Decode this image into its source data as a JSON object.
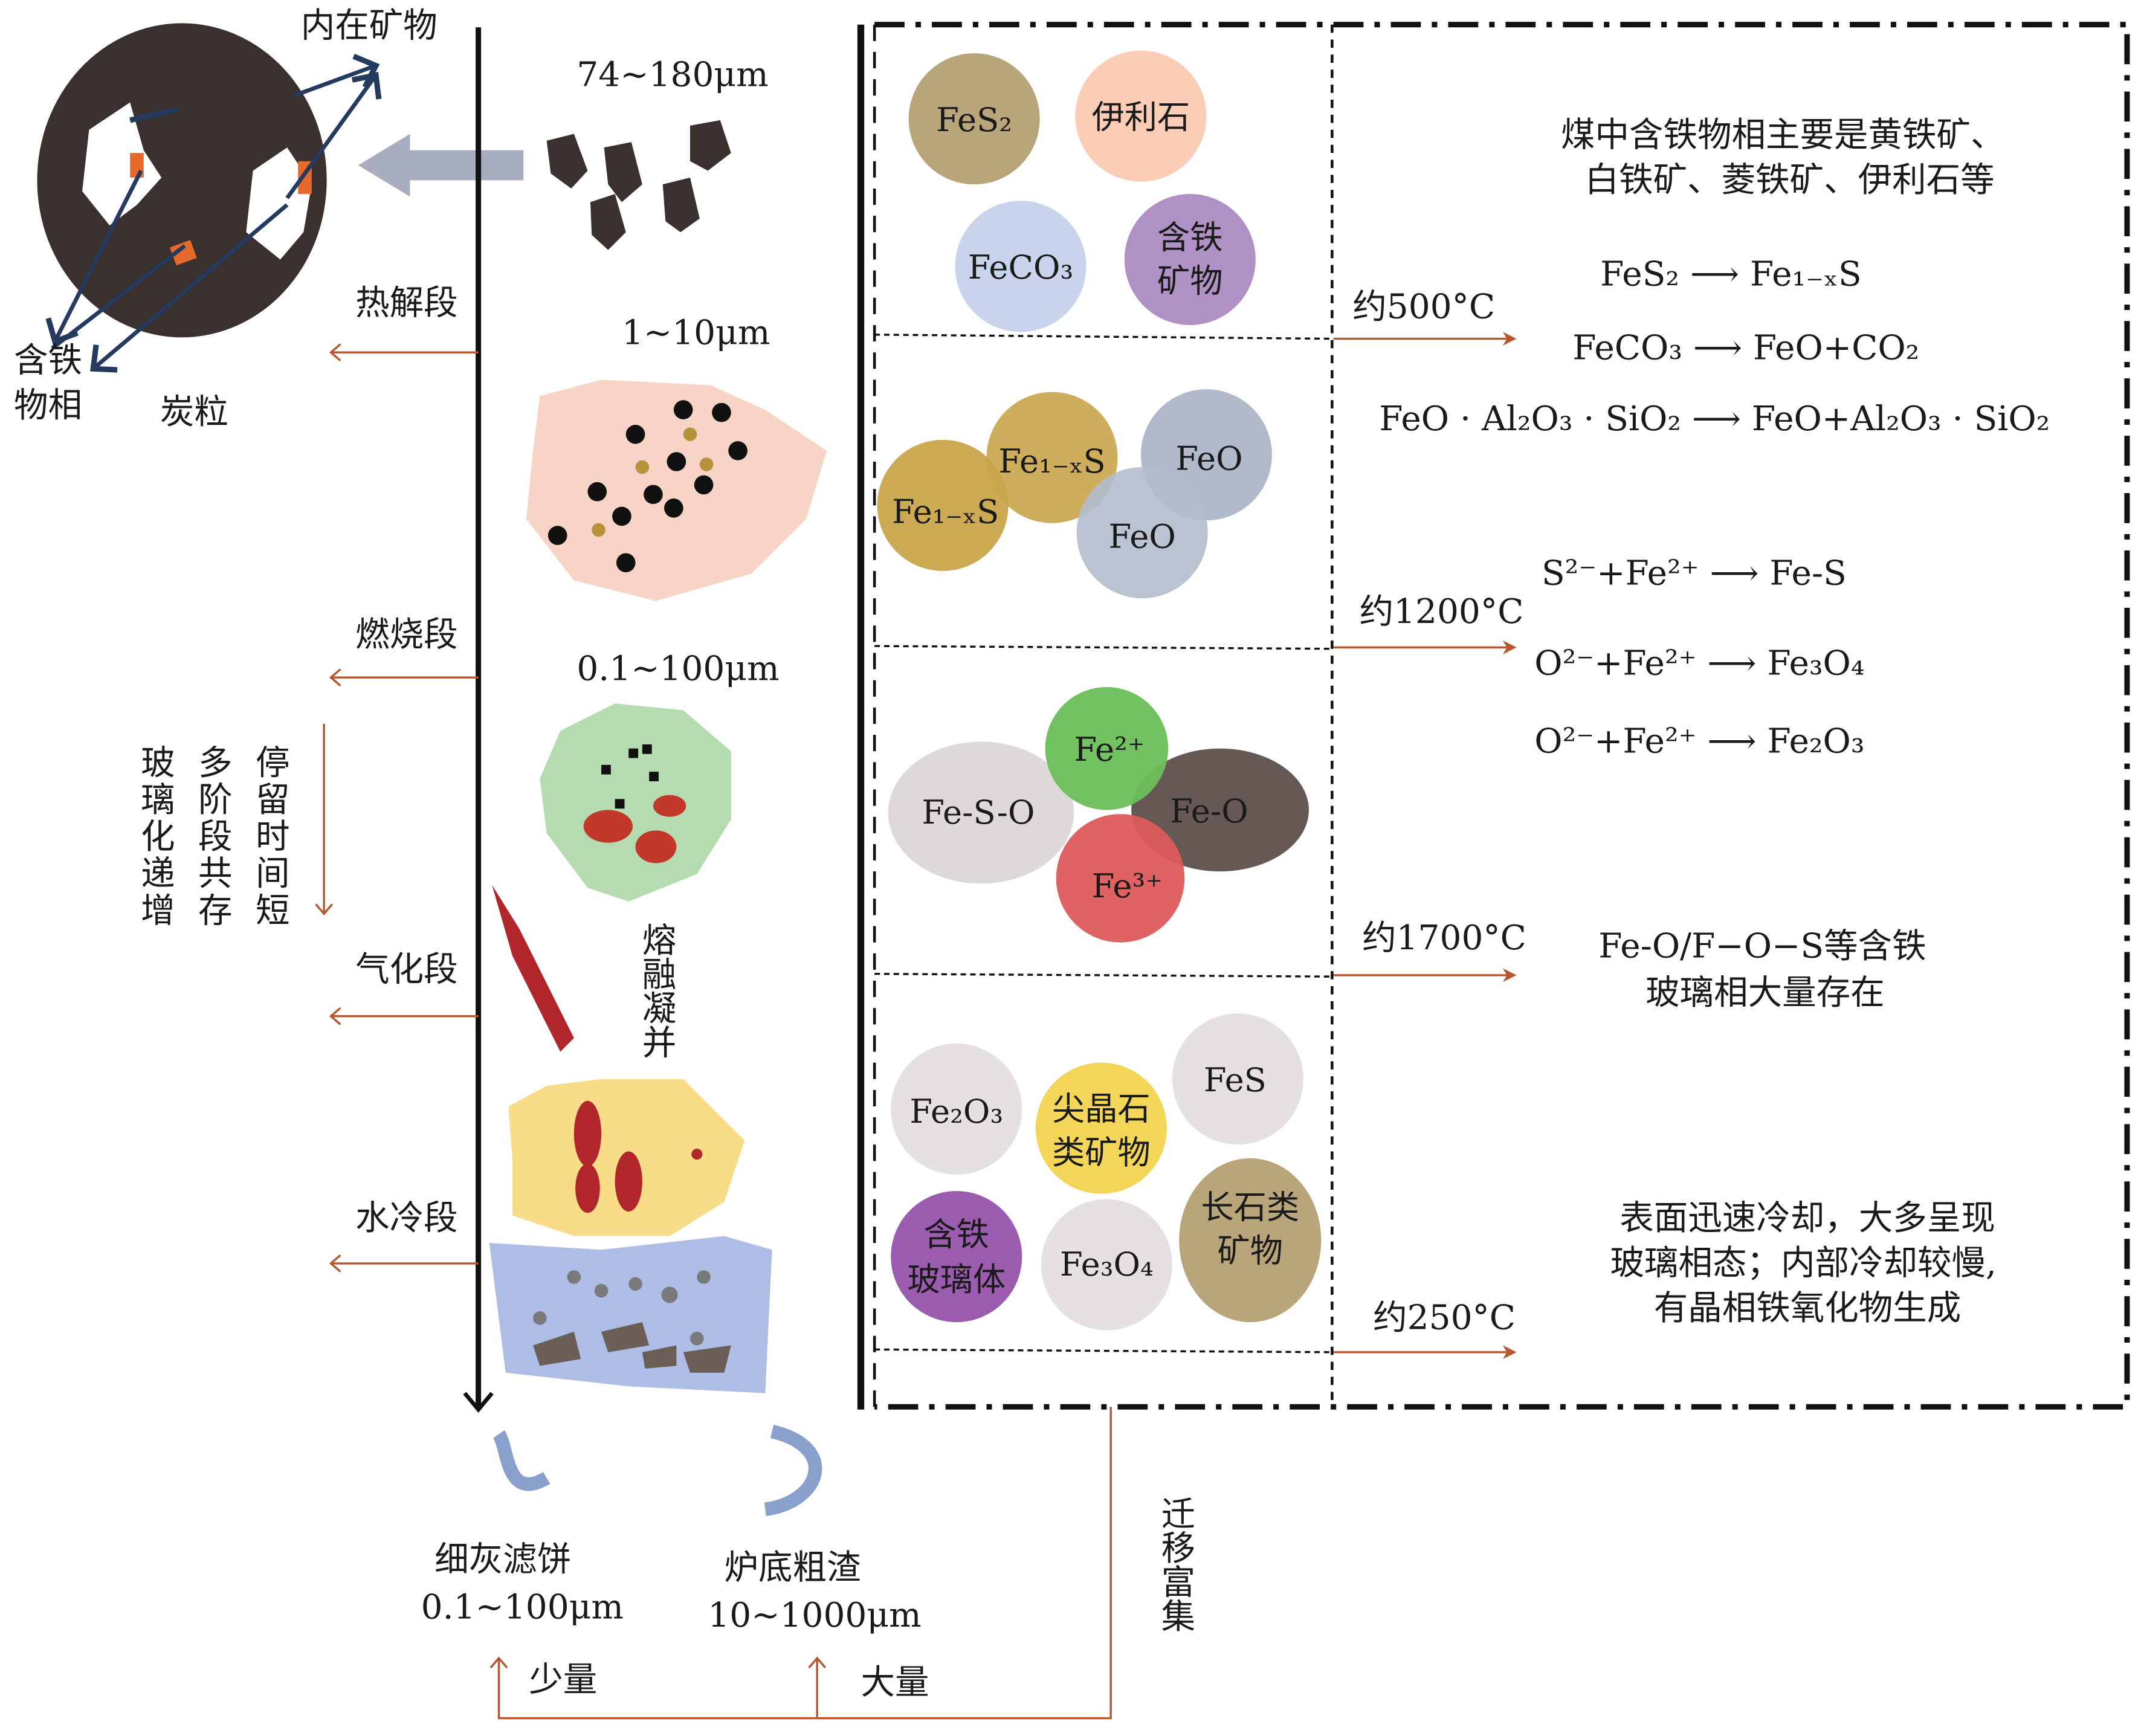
{
  "particle": {
    "inner_minerals": "内在矿物",
    "iron_phase_1": "含铁",
    "iron_phase_2": "物相",
    "char": "炭粒"
  },
  "stages": [
    "热解段",
    "燃烧段",
    "气化段",
    "水冷段"
  ],
  "trends": [
    "玻璃化递增",
    "多阶段共存",
    "停留时间短"
  ],
  "sizes": [
    "74~180μm",
    "1~10μm",
    "0.1~100μm"
  ],
  "melt_coalesce": "熔融凝并",
  "products": {
    "fine_ash": "细灰滤饼",
    "fine_ash_size": "0.1~100μm",
    "coarse_slag": "炉底粗渣",
    "coarse_slag_size": "10~1000μm",
    "small_amount": "少量",
    "large_amount": "大量",
    "migration": "迁移富集"
  },
  "minerals": {
    "stage1": [
      "FeS₂",
      "伊利石",
      "FeCO₃",
      "含铁",
      "矿物"
    ],
    "stage2": [
      "Fe₁₋ₓS",
      "Fe₁₋ₓS",
      "FeO",
      "FeO"
    ],
    "stage3": [
      "Fe-S-O",
      "Fe²⁺",
      "Fe-O",
      "Fe³⁺"
    ],
    "stage4": [
      "Fe₂O₃",
      "尖晶石",
      "类矿物",
      "FeS",
      "含铁",
      "玻璃体",
      "Fe₃O₄",
      "长石类",
      "矿物"
    ]
  },
  "temperatures": [
    "约500°C",
    "约1200°C",
    "约1700°C",
    "约250°C"
  ],
  "descriptions": {
    "coal_1": "煤中含铁物相主要是黄铁矿、",
    "coal_2": "白铁矿、菱铁矿、伊利石等",
    "r1": "FeS₂ ⟶ Fe₁₋ₓS",
    "r2": "FeCO₃ ⟶ FeO+CO₂",
    "r3": "FeO · Al₂O₃ · SiO₂ ⟶ FeO+Al₂O₃ · SiO₂",
    "r4": "S²⁻+Fe²⁺ ⟶ Fe-S",
    "r5": "O²⁻+Fe²⁺ ⟶ Fe₃O₄",
    "r6": "O²⁻+Fe²⁺ ⟶ Fe₂O₃",
    "glass_1": "Fe-O/F−O−S等含铁",
    "glass_2": "玻璃相大量存在",
    "cool_1": "表面迅速冷却，大多呈现",
    "cool_2": "玻璃相态；内部冷却较慢,",
    "cool_3": "有晶相铁氧化物生成"
  },
  "colors": {
    "arrow": "#b5562e",
    "axis": "#111111",
    "coal": "#3a302d"
  }
}
